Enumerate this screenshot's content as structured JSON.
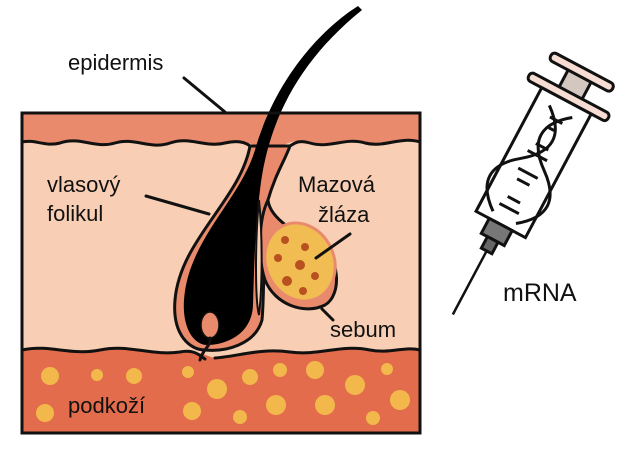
{
  "labels": {
    "epidermis": "epidermis",
    "follicle_line1": "vlasový",
    "follicle_line2": "folikul",
    "gland_line1": "Mazová",
    "gland_line2": "žláza",
    "sebum": "sebum",
    "hypodermis": "podkoží",
    "mrna": "mRNA"
  },
  "colors": {
    "epidermis": "#e98a6c",
    "dermis": "#f8cfb4",
    "hypodermis": "#e36c4c",
    "fat": "#f2b84b",
    "sebum": "#f1bd52",
    "sebum_dots": "#b9501f",
    "hair": "#000000"
  }
}
